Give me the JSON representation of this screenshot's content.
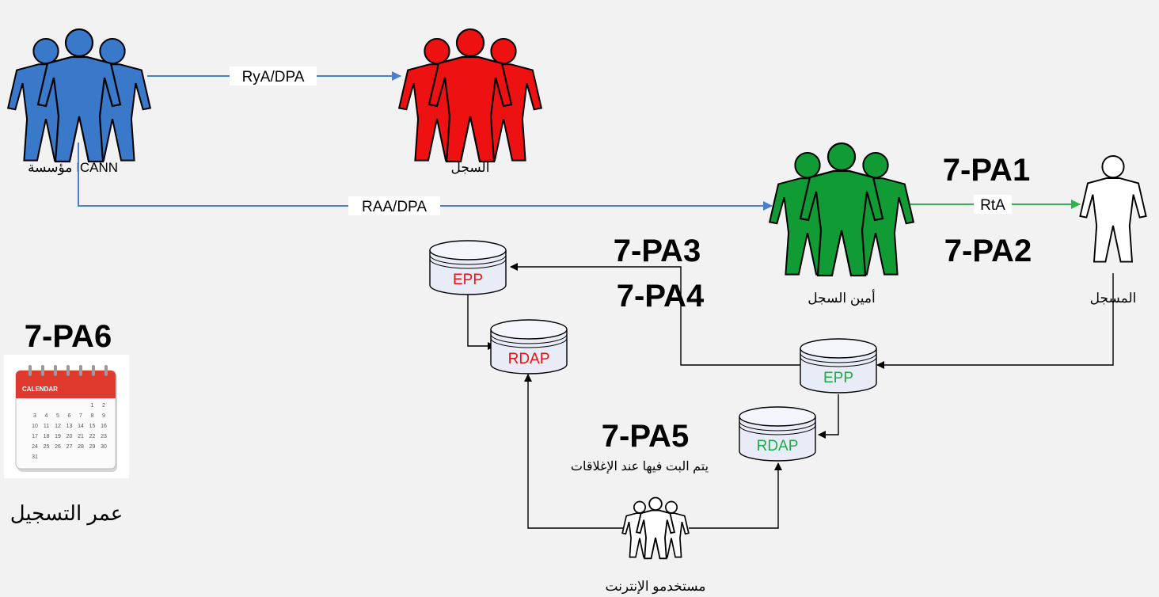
{
  "actors": {
    "icann": {
      "label": "مؤسسة ICANN",
      "color": "#3a78c9"
    },
    "registry": {
      "label": "السجل",
      "color": "#ee1111"
    },
    "registrar": {
      "label": "أمين السجل",
      "color": "#109b35"
    },
    "registrant": {
      "label": "المسجل",
      "color": "#ffffff"
    },
    "internet_users": {
      "label": "مستخدمو الإنترنت",
      "color": "#ffffff"
    }
  },
  "edges": {
    "rya": "RyA/DPA",
    "raa": "RAA/DPA",
    "rta": "RtA"
  },
  "databases": {
    "registry_epp": {
      "label": "EPP",
      "color": "#ee1111"
    },
    "registry_rdap": {
      "label": "RDAP",
      "color": "#ee1111"
    },
    "registrar_epp": {
      "label": "EPP",
      "color": "#1fa94a"
    },
    "registrar_rdap": {
      "label": "RDAP",
      "color": "#1fa94a"
    }
  },
  "purposes": {
    "pa1": "7-PA1",
    "pa2": "7-PA2",
    "pa3": "7-PA3",
    "pa4": "7-PA4",
    "pa5": "7-PA5",
    "pa6": "7-PA6"
  },
  "notes": {
    "pa5_caption": "يتم البت فيها عند الإغلاقات"
  },
  "calendar": {
    "header": "CALENDAR",
    "days": [
      "1",
      "2",
      "3",
      "4",
      "5",
      "6",
      "7",
      "8",
      "9",
      "10",
      "11",
      "12",
      "13",
      "14",
      "15",
      "16",
      "17",
      "18",
      "19",
      "20",
      "21",
      "22",
      "23",
      "24",
      "25",
      "26",
      "27",
      "28",
      "29",
      "30",
      "31"
    ],
    "caption": "عمر التسجيل"
  }
}
